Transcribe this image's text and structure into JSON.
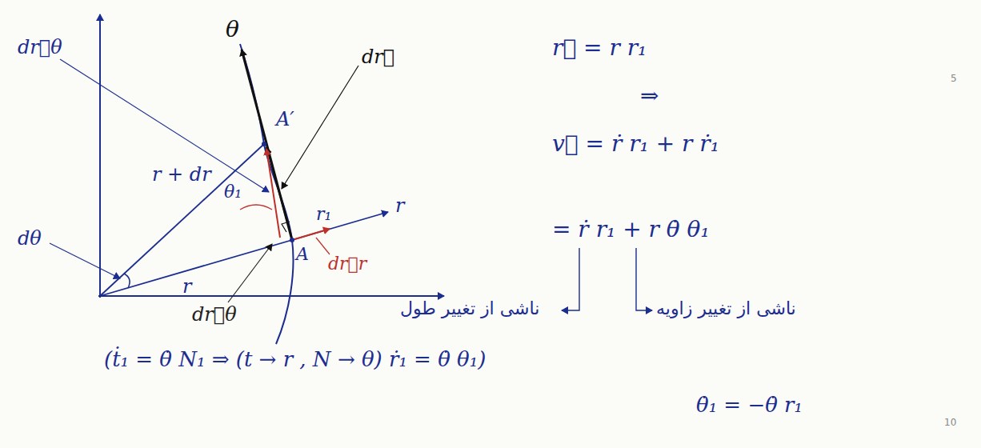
{
  "diagram": {
    "labels": [
      "θ",
      "dr⃗θ",
      "A′",
      "dr⃗",
      "r",
      "r⃗ = r r₁",
      "⇒",
      "r + dr",
      "θ₁",
      "r₁",
      "A",
      "v⃗ = ṙ r₁ + r ṙ₁",
      "dθ",
      "dr⃗r",
      "r",
      "dr⃗θ",
      "= ṙ r₁ + r θ̇ θ₁",
      "ناشی از تغییر طول",
      "ناشی از تغییر زاویه",
      "(ṫ₁ = θ̇ N₁ ⇒ (t → r , N → θ) ṙ₁ = θ̇ θ₁)",
      "θ̇₁ = −θ̇ r₁",
      "5",
      "10"
    ]
  }
}
